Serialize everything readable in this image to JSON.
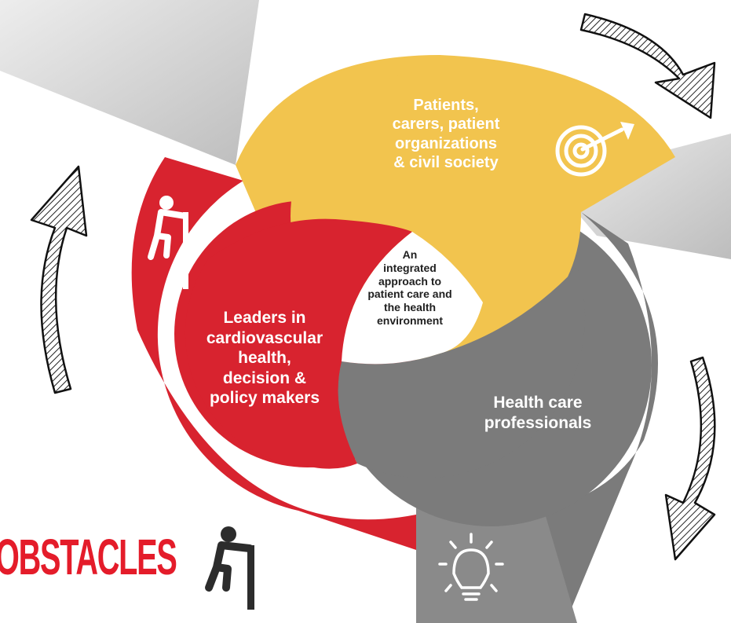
{
  "diagram": {
    "center_label": [
      "An",
      "integrated",
      "approach to",
      "patient care and",
      "the health",
      "environment"
    ],
    "segments": [
      {
        "id": "patients",
        "label": [
          "Patients,",
          "carers, patient",
          "organizations",
          "& civil society"
        ],
        "color": "#f2c44e",
        "icon": "target-arrow-icon"
      },
      {
        "id": "leaders",
        "label": [
          "Leaders in",
          "cardiovascular",
          "health,",
          "decision &",
          "policy makers"
        ],
        "color": "#d8232f",
        "icon": "climber-icon"
      },
      {
        "id": "professionals",
        "label": [
          "Health care",
          "professionals"
        ],
        "color": "#7b7b7b",
        "icon": "lightbulb-icon"
      }
    ],
    "footer_text": "OBSTACLES",
    "footer_icon": "climber-icon",
    "decorations": [
      "curved-arrow-icon",
      "curved-arrow-icon",
      "curved-arrow-icon"
    ]
  }
}
